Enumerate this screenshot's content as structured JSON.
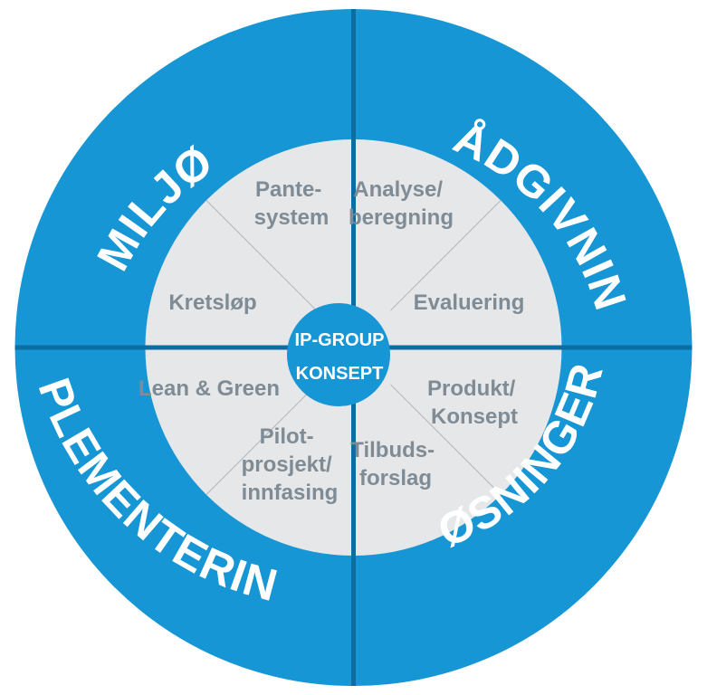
{
  "colors": {
    "ring": "#1796d6",
    "ring_divider": "#0d6da3",
    "inner": "#e6e7e8",
    "inner_divider": "#b8bcc0",
    "segment_text": "#7f8c96",
    "center": "#1796d6"
  },
  "center": {
    "line1": "IP-GROUP",
    "line2": "KONSEPT"
  },
  "quadrants": {
    "top_left": "MILJØ",
    "top_right": "RÅDGIVNING",
    "bottom_right": "LØSNINGER",
    "bottom_left": "IMPLEMENTERING"
  },
  "segments": {
    "pantesystem": [
      "Pante-",
      "system"
    ],
    "analyse": [
      "Analyse/",
      "beregning"
    ],
    "kretslop": [
      "Kretsløp"
    ],
    "evaluering": [
      "Evaluering"
    ],
    "lean_green": [
      "Lean & Green"
    ],
    "produkt": [
      "Produkt/",
      "Konsept"
    ],
    "pilot": [
      "Pilot-",
      "prosjekt/",
      "innfasing"
    ],
    "tilbud": [
      "Tilbuds-",
      "forslag"
    ]
  }
}
